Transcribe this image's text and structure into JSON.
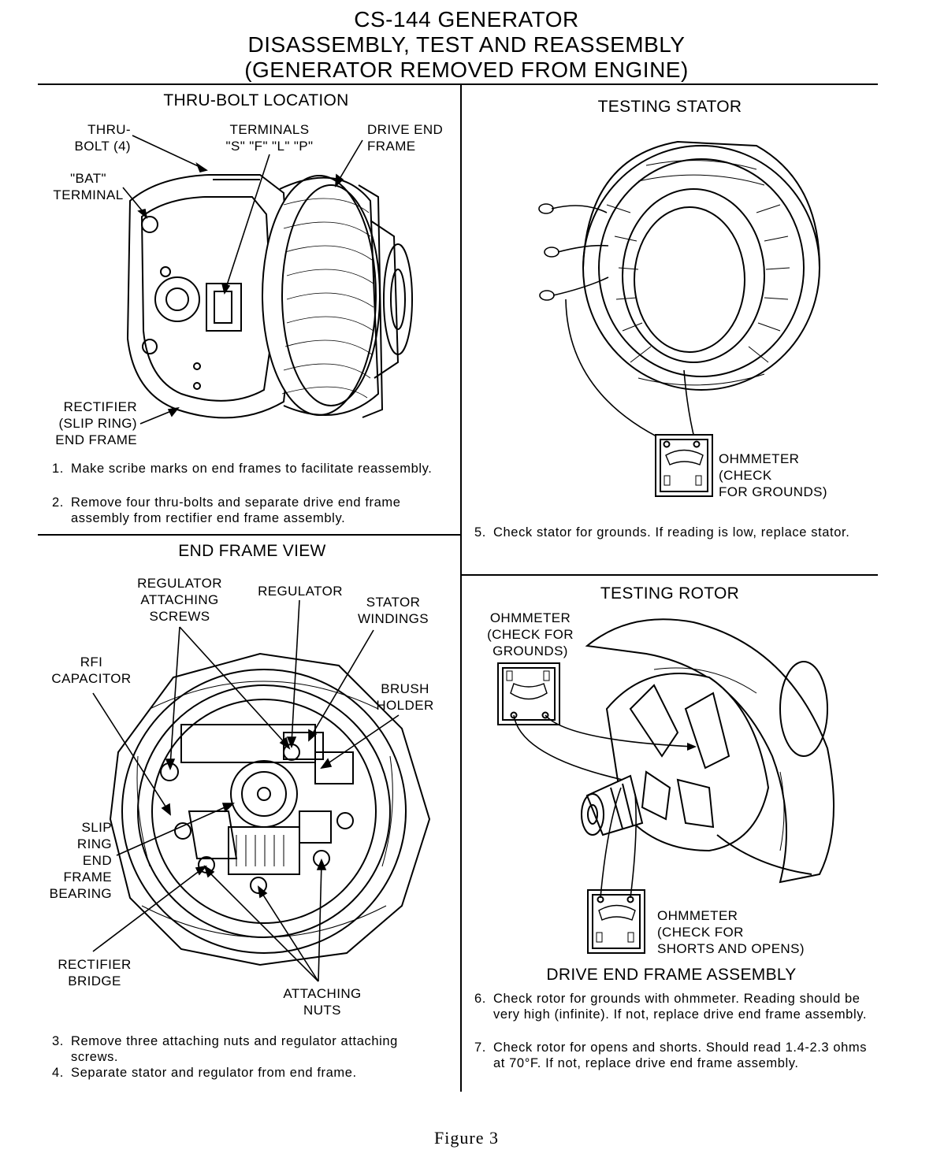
{
  "title": {
    "line1": "CS-144 GENERATOR",
    "line2": "DISASSEMBLY, TEST AND REASSEMBLY",
    "line3": "(GENERATOR REMOVED FROM ENGINE)"
  },
  "thru_bolt": {
    "heading": "THRU-BOLT LOCATION",
    "labels": {
      "thru_bolt_1": "THRU-",
      "thru_bolt_2": "BOLT (4)",
      "terminals_1": "TERMINALS",
      "terminals_2": "\"S\" \"F\" \"L\" \"P\"",
      "drive_end_1": "DRIVE END",
      "drive_end_2": "FRAME",
      "bat_1": "\"BAT\"",
      "bat_2": "TERMINAL",
      "rectifier_1": "RECTIFIER",
      "rectifier_2": "(SLIP RING)",
      "rectifier_3": "END FRAME"
    },
    "steps": [
      {
        "num": "1.",
        "text": "Make scribe marks on end frames to facilitate reassembly."
      },
      {
        "num": "2.",
        "text": "Remove four thru-bolts and separate drive end frame assembly from rectifier end frame assembly."
      }
    ]
  },
  "stator": {
    "heading": "TESTING STATOR",
    "labels": {
      "ohm_1": "OHMMETER",
      "ohm_2": "(CHECK",
      "ohm_3": "FOR GROUNDS)"
    },
    "steps": [
      {
        "num": "5.",
        "text": "Check stator for grounds. If reading is low, replace stator."
      }
    ]
  },
  "end_frame": {
    "heading": "END FRAME VIEW",
    "labels": {
      "reg_screws_1": "REGULATOR",
      "reg_screws_2": "ATTACHING",
      "reg_screws_3": "SCREWS",
      "regulator": "REGULATOR",
      "stator_1": "STATOR",
      "stator_2": "WINDINGS",
      "rfi_1": "RFI",
      "rfi_2": "CAPACITOR",
      "brush_1": "BRUSH",
      "brush_2": "HOLDER",
      "slip_1": "SLIP",
      "slip_2": "RING",
      "slip_3": "END",
      "slip_4": "FRAME",
      "slip_5": "BEARING",
      "rect_1": "RECTIFIER",
      "rect_2": "BRIDGE",
      "nuts_1": "ATTACHING",
      "nuts_2": "NUTS"
    },
    "steps": [
      {
        "num": "3.",
        "text": "Remove three attaching nuts and regulator attaching screws."
      },
      {
        "num": "4.",
        "text": "Separate stator and regulator from end frame."
      }
    ]
  },
  "rotor": {
    "heading": "TESTING ROTOR",
    "labels": {
      "ohm_g_1": "OHMMETER",
      "ohm_g_2": "(CHECK FOR",
      "ohm_g_3": "GROUNDS)",
      "ohm_s_1": "OHMMETER",
      "ohm_s_2": "(CHECK FOR",
      "ohm_s_3": "SHORTS AND OPENS)"
    },
    "subheading": "DRIVE END FRAME ASSEMBLY",
    "steps": [
      {
        "num": "6.",
        "text": "Check rotor for grounds with ohmmeter. Reading should be very high (infinite). If not, replace drive end frame assembly."
      },
      {
        "num": "7.",
        "text": "Check rotor for opens and shorts. Should read 1.4-2.3 ohms at 70°F. If not, replace drive end frame assembly."
      }
    ]
  },
  "figure_caption": "Figure 3"
}
